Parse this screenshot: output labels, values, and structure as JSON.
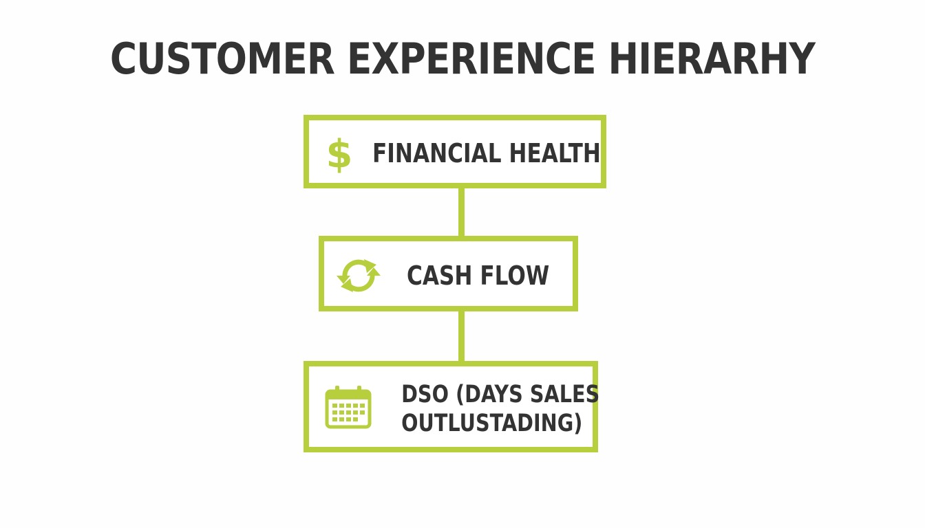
{
  "title": "CUSTOMER EXPERIENCE HIERARHY",
  "accent_color": "#b7cf3c",
  "text_color": "#333333",
  "nodes": [
    {
      "id": "financial-health",
      "label": "FINANCIAL HEALTH",
      "icon": "dollar-icon"
    },
    {
      "id": "cash-flow",
      "label": "CASH FLOW",
      "icon": "refresh-cycle-icon"
    },
    {
      "id": "dso",
      "label_line1": "DSO (DAYS SALES",
      "label_line2": "OUTLUSTADING)",
      "icon": "calendar-icon"
    }
  ],
  "edges": [
    {
      "from": "financial-health",
      "to": "cash-flow"
    },
    {
      "from": "cash-flow",
      "to": "dso"
    }
  ]
}
